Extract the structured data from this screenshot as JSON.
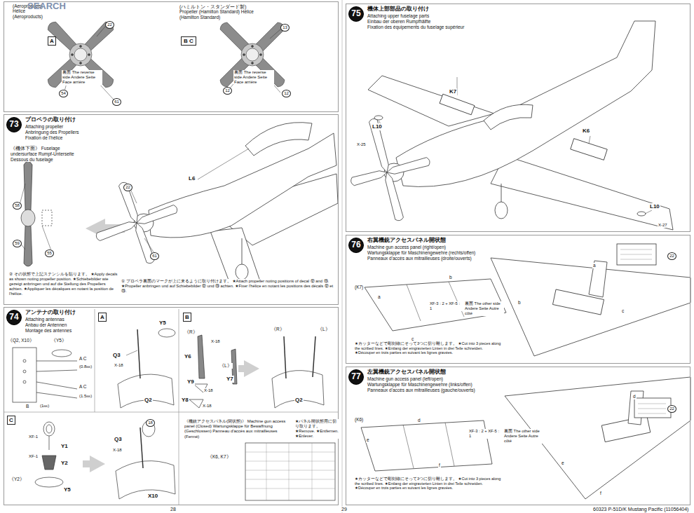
{
  "diagram": {
    "nodes": [
      {
        "text": [
          "(Aeroproducts) Hélice (Aeroproducts)",
          "(ハミルトン・スタンダード製) Propeller (Hamilton Standard) Hélice (Hamilton Standard)"
        ]
      },
      {
        "text": [
          "A"
        ],
        "in": 0
      },
      {
        "text": [
          "B C"
        ],
        "in": 0
      },
      {
        "text": [
          "プロペラの取り付け",
          "Attaching propeller",
          "Anbringung des Propellers",
          "Fixation de l'hélice"
        ]
      },
      {
        "text": [
          "73"
        ],
        "in": 3
      },
      {
        "text": [
          "アンテナの取り付け",
          "Attaching antennas",
          "Anbau der Antennen",
          "Montage des antennes"
        ]
      },
      {
        "text": [
          "74"
        ],
        "in": 5
      },
      {
        "text": [
          "A"
        ],
        "in": 5
      },
      {
        "text": [
          "B"
        ],
        "in": 5
      },
      {
        "text": [
          "C"
        ],
        "in": 5
      },
      {
        "text": [
          "機体上部部品の取り付け",
          "Attaching upper fuselage parts",
          "Einbau der oberen Rumpfhälfte",
          "Fixation des équipements du fuselage supérieur"
        ]
      },
      {
        "text": [
          "75"
        ],
        "in": 10
      },
      {
        "text": [
          "右翼機銃アクセスパネル開状態",
          "Machine gun access panel (right/open)",
          "Wartungsklappe für Maschinengewehre (rechts/offen)",
          "Panneaux d'accès aux mitrailleuses (droite/ouverts)"
        ]
      },
      {
        "text": [
          "76"
        ],
        "in": 12
      },
      {
        "text": [
          "左翼機銃アクセスパネル開状態",
          "Machine gun access panel (left/open)",
          "Wartungsklappe für Maschinengewehre (links/offen)",
          "Panneaux d'accès aux mitrailleuses (gauche/ouverts)"
        ]
      },
      {
        "text": [
          "77"
        ],
        "in": 14
      }
    ],
    "labels": [
      "SEARCH",
      "裏面 The reverse side Andere Seite Face arrière",
      "22",
      "54",
      "61",
      "裏面 The reverse side Andere Seite Face arrière",
      "13",
      "12",
      "12",
      "《機体下面》 Fuselage undersurface Rumpf-Unterseite Dessous du fuselage",
      "58",
      "59",
      "55",
      "22",
      "61",
      "L6",
      "② その状態で上記ステンシルを貼ります。 ★Apply decals as shown noting propeller position. ★Schiebebilder wie gezeigt anbringen und auf die Stellung des Propellers achten. ★Appliquer les décalques en notant la position de l'hélice.",
      "① プロペラ裏面のマークが上に来るように取り付けます。 ★Attach propeller noting positions of decal ⑫ and ⑬. ★Propeller anbringen und auf Schiebebilder ⑫ und ⑬ achten. ★Fixer l'hélice en notant les positions des décals ⑫ et ⑬.",
      "《Q2, X10》",
      "《Y5》",
      "(0.8㎜)",
      "(1.5㎜)",
      "(1㎜)",
      "A C",
      "A C",
      "B",
      "Q3",
      "X-18",
      "Y5",
      "Q2",
      "《R》",
      "Y6",
      "X-18",
      "Y9",
      "X-18",
      "《L》",
      "Y7",
      "Y8",
      "X-18",
      "《R》",
      "《L》",
      "Q2",
      "XF-1",
      "Y1",
      "XF-1",
      "Y2",
      "《Y2》",
      "Y5",
      "Q3",
      "X-18",
      "X10",
      "18",
      "《機銃アクセスパネル(閉状態)》 Machine gun access panel (Closed) Wartungsklappe für Bewaffnung (Geschlossen) Panneau d'accès aux mitrailleuses (Fermé)",
      "★パネル開状態用に切り取ります。 ★Remove. ★Entfernen. ★Enlever.",
      "《K6, K7》",
      "K7",
      "L10",
      "X-25",
      "K6",
      "L10",
      "X-27",
      "(K7)",
      "a",
      "b",
      "c",
      "裏面 The other side Andere Seite Autre côté",
      "XF-3 : 2 + XF-5 : 1",
      "★カッターなどで彫刻線にそって3つに切り離します。 ★Cut into 3 pieces along the scribed lines. ★Entlang der eingravierten Linien in drei Teile schneiden. ★Découper en trois parties en suivant les lignes gravées.",
      "b",
      "a",
      "c",
      "22",
      "(K6)",
      "e",
      "d",
      "f",
      "裏面 The other side Andere Seite Autre côté",
      "XF-3 : 2 + XF-5 : 1",
      "★カッターなどで彫刻線にそって3つに切り離します。 ★Cut into 3 pieces along the scribed lines. ★Entlang der eingravierten Linien in drei Teile schneiden. ★Découper en trois parties en suivant les lignes gravées.",
      "d",
      "e",
      "f",
      "22",
      "28",
      "29",
      "60323 P-51D/K Mustang Pacific (11056404)"
    ]
  }
}
